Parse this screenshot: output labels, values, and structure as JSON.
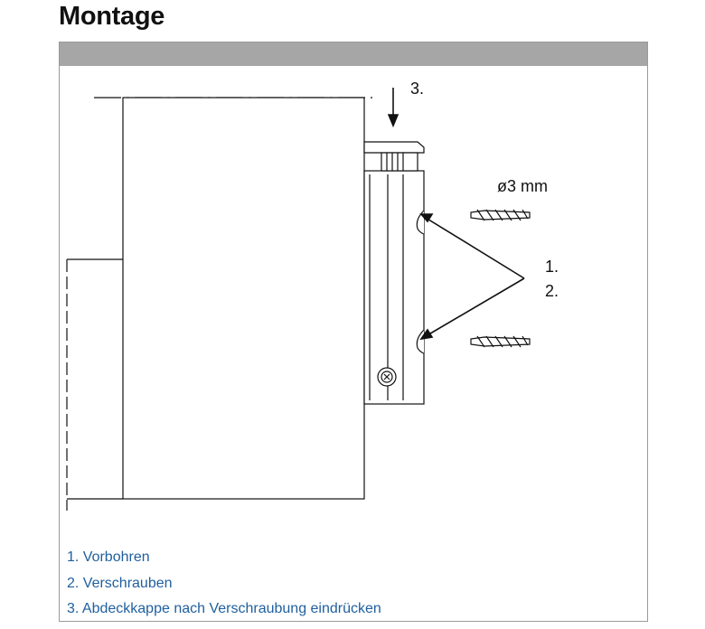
{
  "title": "Montage",
  "drawing": {
    "label_step3": "3.",
    "label_diameter": "ø3 mm",
    "label_step1": "1.",
    "label_step2": "2."
  },
  "steps": [
    "1. Vorbohren",
    "2. Verschrauben",
    "3. Abdeckkappe nach Verschraubung eindrücken"
  ]
}
